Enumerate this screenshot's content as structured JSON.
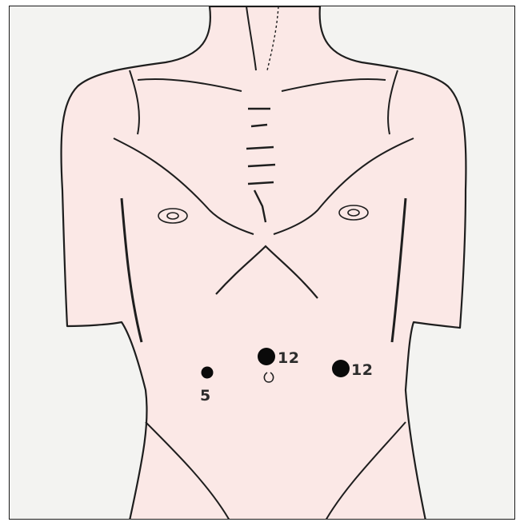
{
  "colors": {
    "skin": "#fbe8e6",
    "outline": "#1e1e1e",
    "background": "#f3f3f1",
    "marker": "#0a0a0a",
    "label": "#2b2b2b"
  },
  "ports": [
    {
      "id": "port-right-lateral",
      "label": "5"
    },
    {
      "id": "port-umbilical",
      "label": "12"
    },
    {
      "id": "port-left-lateral",
      "label": "12"
    }
  ]
}
